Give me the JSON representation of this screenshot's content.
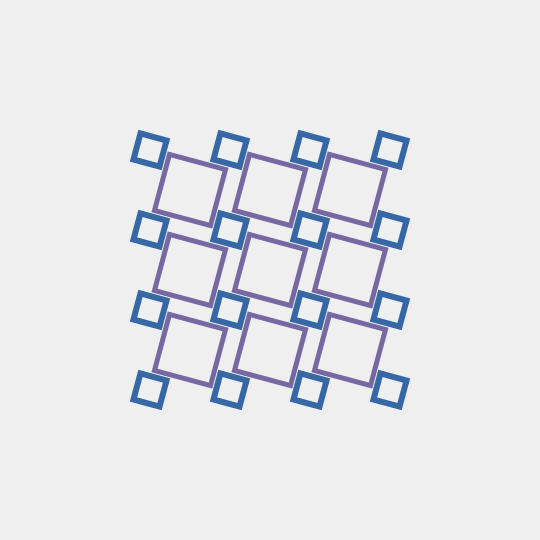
{
  "pattern": {
    "background_color": "#efefef",
    "small_tile_color": "#3568a4",
    "large_tile_color": "#7668a0",
    "small_tile_rows": 4,
    "small_tile_columns": 4,
    "large_tile_rows": 3,
    "large_tile_columns": 3
  }
}
